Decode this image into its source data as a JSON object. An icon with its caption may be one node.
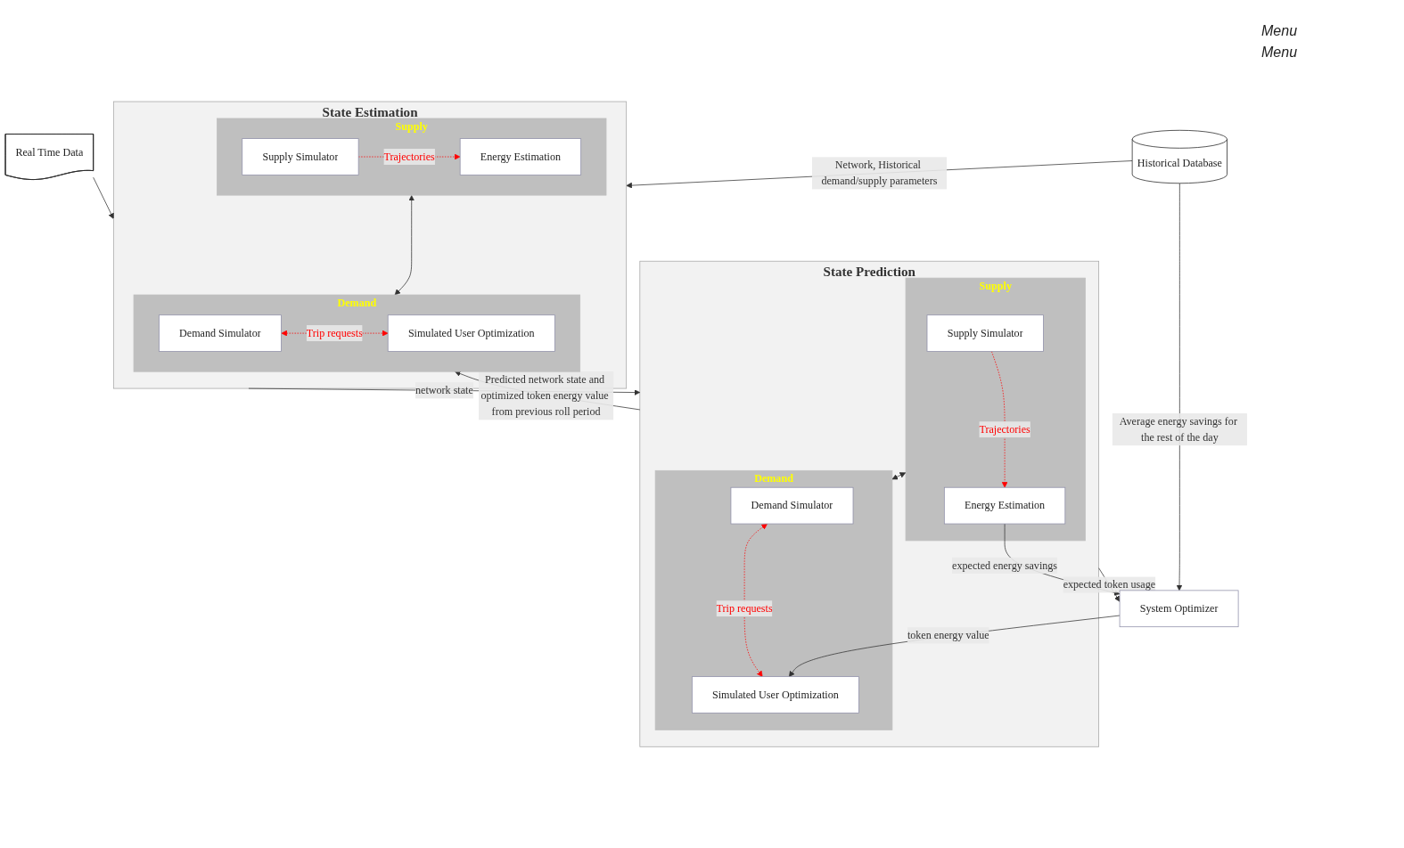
{
  "diagram": {
    "nodes": [
      {
        "text": [
          "Real Time Data"
        ]
      },
      {
        "text": [
          "Historical Database"
        ]
      },
      {
        "text": [
          "State Estimation"
        ]
      },
      {
        "text": [
          "Supply"
        ],
        "in": 2
      },
      {
        "text": [
          "Supply Simulator"
        ],
        "in": 3
      },
      {
        "text": [
          "Energy Estimation"
        ],
        "in": 3
      },
      {
        "text": [
          "Demand"
        ],
        "in": 2
      },
      {
        "text": [
          "Demand Simulator"
        ],
        "in": 6
      },
      {
        "text": [
          "Simulated User Optimization"
        ],
        "in": 6
      },
      {
        "text": [
          "State Prediction"
        ]
      },
      {
        "text": [
          "Supply"
        ],
        "in": 9
      },
      {
        "text": [
          "Supply Simulator"
        ],
        "in": 10
      },
      {
        "text": [
          "Energy Estimation"
        ],
        "in": 10
      },
      {
        "text": [
          "Demand"
        ],
        "in": 9
      },
      {
        "text": [
          "Demand Simulator"
        ],
        "in": 13
      },
      {
        "text": [
          "Simulated User Optimization"
        ],
        "in": 13
      },
      {
        "text": [
          "System Optimizer"
        ]
      }
    ],
    "edges": [
      {
        "from": 0,
        "to": 2,
        "arrow": "to"
      },
      {
        "from": 1,
        "to": 2,
        "arrow": "to",
        "label": "Network, Historical demand/supply parameters"
      },
      {
        "from": 4,
        "to": 5,
        "arrow": "to",
        "label": "Trajectories",
        "style": "dashed",
        "color": "#ff0000"
      },
      {
        "from": 3,
        "to": 6,
        "arrow": "both"
      },
      {
        "from": 7,
        "to": 8,
        "arrow": "both",
        "label": "Trip requests",
        "style": "dashed",
        "color": "#ff0000"
      },
      {
        "from": 2,
        "to": 9,
        "arrow": "to",
        "label": "network state"
      },
      {
        "from": 9,
        "to": 6,
        "arrow": "to",
        "label": "Predicted network state and optimized token energy value from previous roll period"
      },
      {
        "from": 11,
        "to": 12,
        "arrow": "to",
        "label": "Trajectories",
        "style": "dashed",
        "color": "#ff0000"
      },
      {
        "from": 10,
        "to": 13,
        "arrow": "both"
      },
      {
        "from": 14,
        "to": 15,
        "arrow": "both",
        "label": "Trip requests",
        "style": "dashed",
        "color": "#ff0000"
      },
      {
        "from": 1,
        "to": 16,
        "arrow": "to",
        "label": "Average energy savings for the rest of the day"
      },
      {
        "from": 9,
        "to": 16,
        "arrow": "to",
        "label": "expected token usage"
      },
      {
        "from": 12,
        "to": 16,
        "arrow": "to",
        "label": "expected energy savings"
      },
      {
        "from": 16,
        "to": 15,
        "arrow": "to",
        "label": "token energy value"
      }
    ],
    "labels": [
      "Menu",
      "Menu"
    ]
  }
}
